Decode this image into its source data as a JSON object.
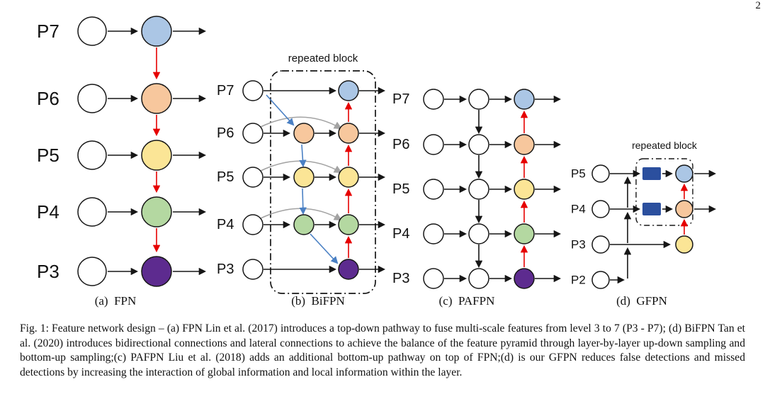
{
  "page_number": "2",
  "figure": {
    "caption": "Fig. 1: Feature network design – (a) FPN Lin et al. (2017) introduces a top-down pathway to fuse multi-scale features from level 3 to 7 (P3 - P7); (d) BiFPN Tan et al. (2020) introduces bidirectional connections and lateral connections to achieve the balance of the feature pyramid through layer-by-layer up-down sampling and bottom-up sampling;(c) PAFPN Liu et al. (2018) adds an additional bottom-up pathway on top of FPN;(d) is our GFPN reduces false detections and missed detections by increasing the interaction of global information and local information within the layer."
  },
  "panels": {
    "fpn": {
      "caption": "(a)  FPN",
      "levels": [
        "P7",
        "P6",
        "P5",
        "P4",
        "P3"
      ]
    },
    "bifpn": {
      "caption": "(b)  BiFPN",
      "repeated_block": "repeated block",
      "levels": [
        "P7",
        "P6",
        "P5",
        "P4",
        "P3"
      ]
    },
    "pafpn": {
      "caption": "(c)  PAFPN",
      "levels": [
        "P7",
        "P6",
        "P5",
        "P4",
        "P3"
      ]
    },
    "gfpn": {
      "caption": "(d)  GFPN",
      "repeated_block": "repeated block",
      "levels": [
        "P5",
        "P4",
        "P3",
        "P2"
      ]
    }
  },
  "colors": {
    "node_blue": "#abc6e5",
    "node_orange": "#f7c79d",
    "node_yellow": "#fbe596",
    "node_green": "#b4d8a1",
    "node_purple": "#5d2b8f",
    "block_dark_blue": "#2b4f9e",
    "arrow_red": "#e60000",
    "arrow_blue": "#4a80c4",
    "arrow_gray": "#a3a3a3"
  }
}
